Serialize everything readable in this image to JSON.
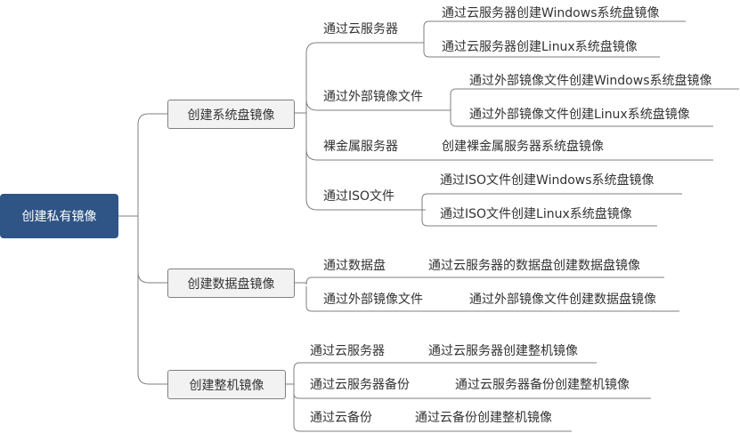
{
  "root": {
    "label": "创建私有镜像"
  },
  "system_disk": {
    "label": "创建系统盘镜像",
    "via_cloud_server": {
      "label": "通过云服务器",
      "windows": "通过云服务器创建Windows系统盘镜像",
      "linux": "通过云服务器创建Linux系统盘镜像"
    },
    "via_external_image": {
      "label": "通过外部镜像文件",
      "windows": "通过外部镜像文件创建Windows系统盘镜像",
      "linux": "通过外部镜像文件创建Linux系统盘镜像"
    },
    "bare_metal": {
      "label": "裸金属服务器",
      "create": "创建裸金属服务器系统盘镜像"
    },
    "via_iso": {
      "label": "通过ISO文件",
      "windows": "通过ISO文件创建Windows系统盘镜像",
      "linux": "通过ISO文件创建Linux系统盘镜像"
    }
  },
  "data_disk": {
    "label": "创建数据盘镜像",
    "via_data_disk": {
      "label": "通过数据盘",
      "create": "通过云服务器的数据盘创建数据盘镜像"
    },
    "via_external_image": {
      "label": "通过外部镜像文件",
      "create": "通过外部镜像文件创建数据盘镜像"
    }
  },
  "full_image": {
    "label": "创建整机镜像",
    "via_cloud_server": {
      "label": "通过云服务器",
      "create": "通过云服务器创建整机镜像"
    },
    "via_server_backup": {
      "label": "通过云服务器备份",
      "create": "通过云服务器备份创建整机镜像"
    },
    "via_cloud_backup": {
      "label": "通过云备份",
      "create": "通过云备份创建整机镜像"
    }
  }
}
